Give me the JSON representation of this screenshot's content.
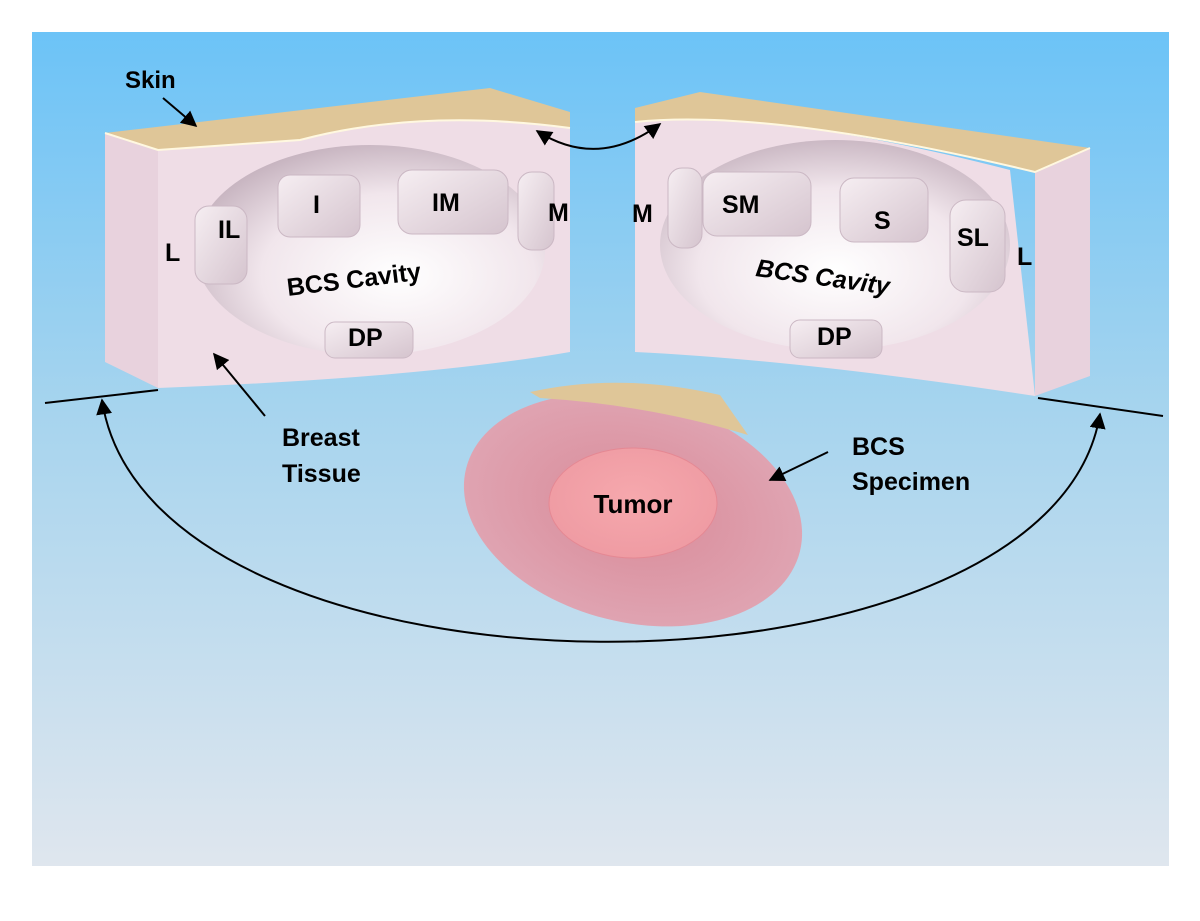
{
  "labels": {
    "skin": "Skin",
    "breast_tissue_line1": "Breast",
    "breast_tissue_line2": "Tissue",
    "bcs_specimen_line1": "BCS",
    "bcs_specimen_line2": "Specimen",
    "tumor": "Tumor",
    "left_block": {
      "cavity": "BCS Cavity",
      "lateral": "L",
      "inferolateral": "IL",
      "inferior": "I",
      "inferomedial": "IM",
      "medial": "M",
      "deep": "DP"
    },
    "right_block": {
      "cavity": "BCS Cavity",
      "medial": "M",
      "superomedial": "SM",
      "superior": "S",
      "superolateral": "SL",
      "lateral": "L",
      "deep": "DP"
    }
  },
  "colors": {
    "sky_top": "#70c4f6",
    "sky_bottom": "#dfe7ee",
    "tissue": "#efdce6",
    "tissue_side": "#dcc3cf",
    "skin": "#dcc393",
    "cavity_light": "#ffffff",
    "cavity_dark": "#cdb9c4",
    "specimen": "#d9909f",
    "tumor": "#f3a0a6"
  }
}
